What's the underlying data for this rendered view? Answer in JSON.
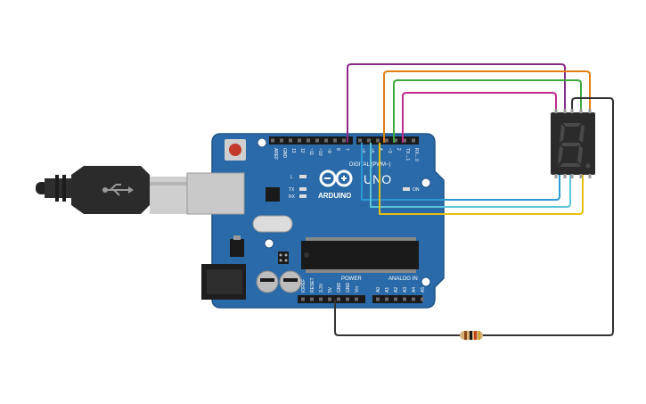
{
  "board": {
    "brand": "ARDUINO",
    "model": "UNO",
    "digital_header_label": "DIGITAL (PWM~)",
    "power_label": "POWER",
    "analog_label": "ANALOG IN",
    "led_l": "L",
    "led_tx": "TX",
    "led_rx": "RX",
    "on_label": "ON",
    "digital_pins": [
      "AREF",
      "GND",
      "13",
      "12",
      "~11",
      "~10",
      "~9",
      "8",
      "7",
      "~6",
      "~5",
      "4",
      "~3",
      "2",
      "TX→1",
      "RX←0"
    ],
    "power_pins": [
      "IOREF",
      "RESET",
      "3.3V",
      "5V",
      "GND",
      "GND",
      "Vin"
    ],
    "analog_pins": [
      "A0",
      "A1",
      "A2",
      "A3",
      "A4",
      "A5"
    ]
  },
  "display": {
    "digit": "8."
  },
  "colors": {
    "board": "#2a6aa8",
    "board_dark": "#1f5488",
    "wire_purple": "#8a2a8a",
    "wire_orange": "#e07f10",
    "wire_green": "#3caa3c",
    "wire_magenta": "#c02a8a",
    "wire_blue": "#2a9ad6",
    "wire_cyan": "#5ac4d8",
    "wire_yellow": "#e8c010",
    "wire_black": "#333333",
    "display_body": "#2b2b2b",
    "segment": "#4a4a4a"
  },
  "icons": {
    "logo": "arduino-infinity-logo",
    "usb": "usb-symbol-icon"
  }
}
